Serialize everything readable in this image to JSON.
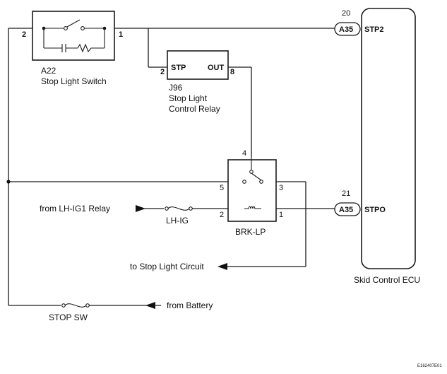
{
  "stop_light_switch": {
    "connector": "A22",
    "name": "Stop Light Switch",
    "pin_left": "2",
    "pin_right": "1"
  },
  "stop_light_control_relay": {
    "connector": "J96",
    "name_line1": "Stop Light",
    "name_line2": "Control Relay",
    "terminal_in": "STP",
    "terminal_out": "OUT",
    "pin_in": "2",
    "pin_out": "8"
  },
  "brk_lp_relay": {
    "name": "BRK-LP",
    "pin_top": "4",
    "pin_switch_left": "5",
    "pin_switch_right": "3",
    "pin_coil_left": "2",
    "pin_coil_right": "1"
  },
  "ecu": {
    "name": "Skid Control ECU",
    "connector_top": "A35",
    "pin_top_num": "20",
    "terminal_top": "STP2",
    "connector_bottom": "A35",
    "pin_bottom_num": "21",
    "terminal_bottom": "STPO"
  },
  "fuses": {
    "lh_ig": "LH-IG",
    "stop_sw": "STOP SW"
  },
  "labels": {
    "from_lh_ig1_relay": "from LH-IG1 Relay",
    "to_stop_light_circuit": "to Stop Light Circuit",
    "from_battery": "from Battery"
  },
  "figure_code": "E162407E01"
}
